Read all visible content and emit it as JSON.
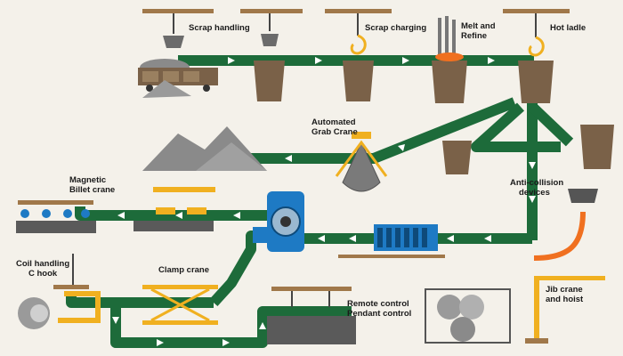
{
  "labels": {
    "scrap_handling": "Scrap handling",
    "scrap_charging": "Scrap charging",
    "melt_and_refine": [
      "Melt and",
      "Refine"
    ],
    "hot_ladle": "Hot ladle",
    "automated_grab_crane": [
      "Automated",
      "Grab Crane"
    ],
    "anti_collision_devices": [
      "Anti-collision",
      "devices"
    ],
    "magnetic_billet_crane": [
      "Magnetic",
      "Billet crane"
    ],
    "coil_handling_c_hook": [
      "Coil handling",
      "C hook"
    ],
    "clamp_crane": "Clamp crane",
    "remote_control_pendant_control": [
      "Remote control",
      "Pendant control"
    ],
    "jib_crane_and_hoist": [
      "Jib crane",
      "and hoist"
    ]
  },
  "colors": {
    "conveyor": "#1d6b3a",
    "arrow": "#ffffff",
    "furnace": "#7a6148",
    "crane_yellow": "#f0b020",
    "rail_brown": "#a0784a",
    "caster_blue": "#1e7ac4",
    "scrap_gray": "#8a8a8a"
  }
}
